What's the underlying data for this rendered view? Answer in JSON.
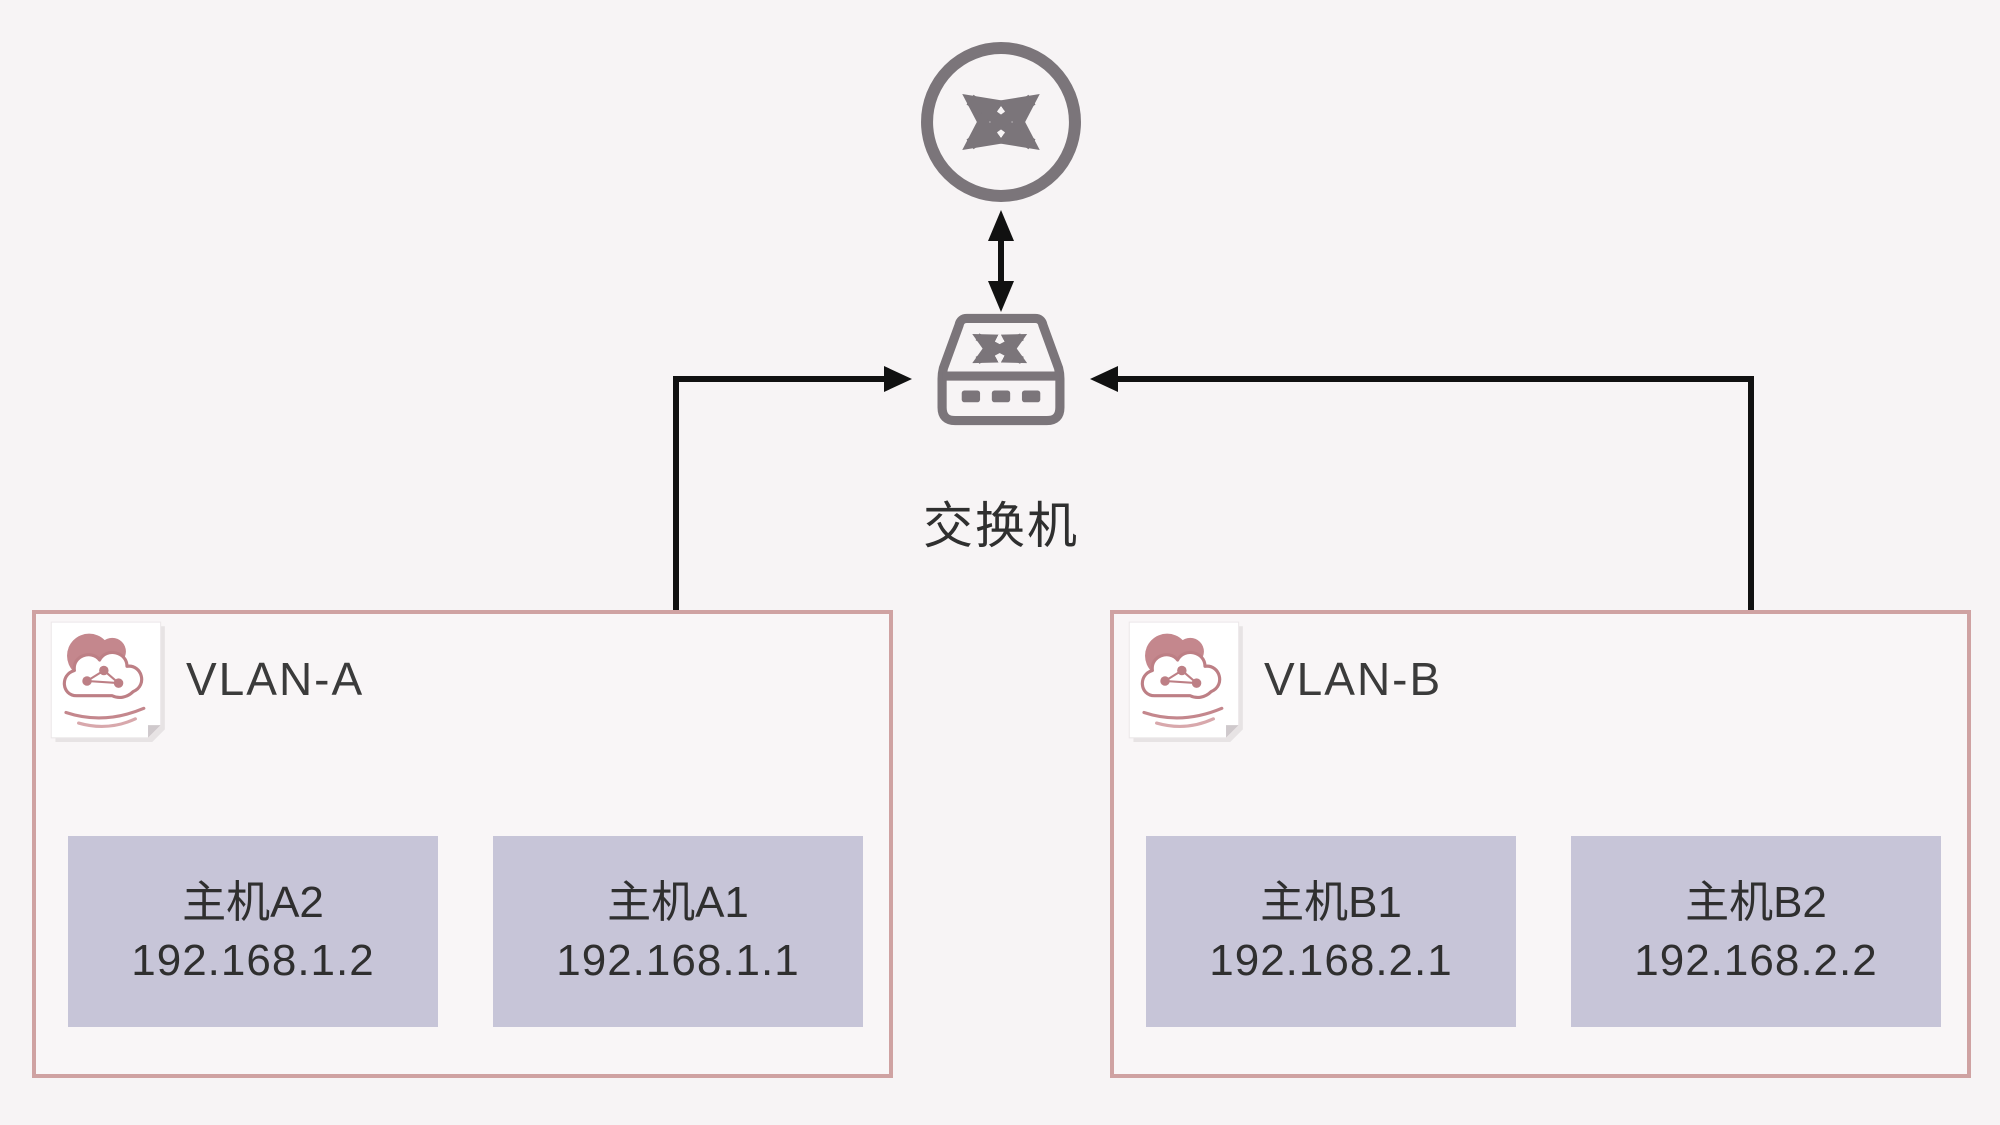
{
  "nodes": {
    "router": {
      "icon": "router-icon"
    },
    "switch": {
      "icon": "switch-icon",
      "label": "交换机"
    }
  },
  "vlans": [
    {
      "label": "VLAN-A",
      "icon": "cloud-network-icon",
      "hosts": [
        {
          "name": "主机A2",
          "ip": "192.168.1.2"
        },
        {
          "name": "主机A1",
          "ip": "192.168.1.1"
        }
      ]
    },
    {
      "label": "VLAN-B",
      "icon": "cloud-network-icon",
      "hosts": [
        {
          "name": "主机B1",
          "ip": "192.168.2.1"
        },
        {
          "name": "主机B2",
          "ip": "192.168.2.2"
        }
      ]
    }
  ],
  "connections": [
    {
      "from": "router",
      "to": "switch",
      "style": "double-arrow"
    },
    {
      "from": "switch",
      "to": "主机A1",
      "style": "double-arrow"
    },
    {
      "from": "switch",
      "to": "主机B2",
      "style": "double-arrow"
    }
  ],
  "colors": {
    "background": "#f7f4f5",
    "vlan_border": "#cfa2a2",
    "vlan_fill": "#f9f6f7",
    "host_fill": "#c7c5d8",
    "text": "#3b3b3b",
    "icon_gray": "#7b757a",
    "arrow": "#111111",
    "cloud_rose": "#c4878d"
  }
}
